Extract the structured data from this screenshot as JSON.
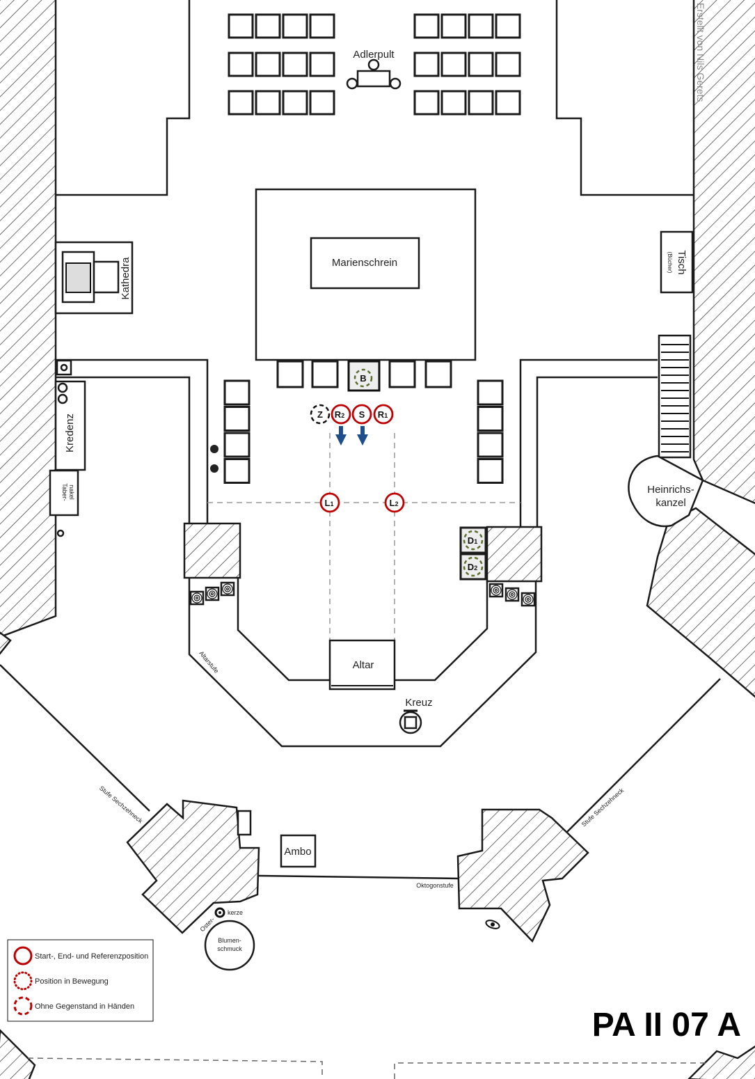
{
  "title": "PA II 07 A",
  "credit": "Erstellt von Nils Gerets",
  "labels": {
    "adlerpult": "Adlerpult",
    "marienschrein": "Marienschrein",
    "kathedra": "Kathedra",
    "tisch": "Tisch",
    "tisch_sub": "(Bücher)",
    "kredenz": "Kredenz",
    "tabernakel_1": "Taber-",
    "tabernakel_2": "nakel",
    "heinrichskanzel_1": "Heinrichs-",
    "heinrichskanzel_2": "kanzel",
    "altar": "Altar",
    "kreuz": "Kreuz",
    "altarstufe": "Altarstufe",
    "stufe_left": "Stufe Sechzehneck",
    "stufe_right": "Stufe Sechzehneck",
    "oktogonstufe": "Oktogonstufe",
    "ambo": "Ambo",
    "osterkerze_1": "Oster-",
    "osterkerze_2": "kerze",
    "blumen_1": "Blumen-",
    "blumen_2": "schmuck"
  },
  "markers": {
    "z": "Z",
    "r2": "R",
    "r2_sub": "2",
    "s": "S",
    "r1": "R",
    "r1_sub": "1",
    "b": "B",
    "l1": "L",
    "l1_sub": "1",
    "l2": "L",
    "l2_sub": "2",
    "d1": "D",
    "d1_sub": "1",
    "d2": "D",
    "d2_sub": "2"
  },
  "legend": {
    "items": [
      {
        "label": "Start-, End- und Referenzposition",
        "style": "solid"
      },
      {
        "label": "Position in Bewegung",
        "style": "dotted"
      },
      {
        "label": "Ohne Gegenstand in Händen",
        "style": "dashed"
      }
    ]
  },
  "colors": {
    "position": "#c00000",
    "object": "#5a6e2e",
    "arrow": "#1f4e8c"
  }
}
